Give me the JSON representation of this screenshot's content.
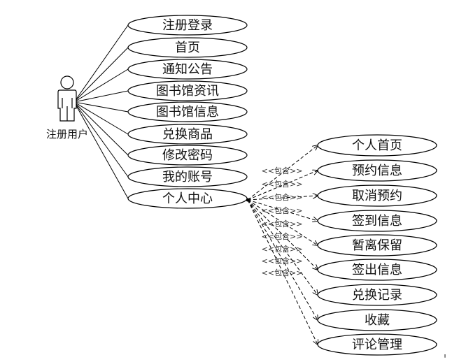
{
  "actor": {
    "name": "注册用户"
  },
  "user_use_cases": [
    "注册登录",
    "首页",
    "通知公告",
    "图书馆资讯",
    "图书馆信息",
    "兑换商品",
    "修改密码",
    "我的账号",
    "个人中心"
  ],
  "hub_use_case": "个人中心",
  "include_label": "<<包含>>",
  "included_use_cases": [
    "个人首页",
    "预约信息",
    "取消预约",
    "签到信息",
    "暂离保留",
    "签出信息",
    "兑换记录",
    "收藏",
    "评论管理"
  ],
  "footnote": "Ꞌ"
}
